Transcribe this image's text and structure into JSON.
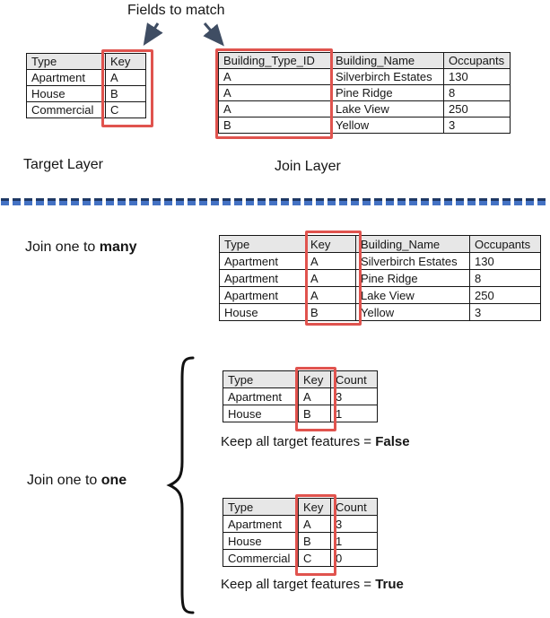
{
  "annotations": {
    "fields_to_match": "Fields to match"
  },
  "target_layer": {
    "caption": "Target Layer",
    "table": {
      "headers": [
        "Type",
        "Key"
      ],
      "rows": [
        [
          "Apartment",
          "A"
        ],
        [
          "House",
          "B"
        ],
        [
          "Commercial",
          "C"
        ]
      ]
    }
  },
  "join_layer": {
    "caption": "Join Layer",
    "table": {
      "headers": [
        "Building_Type_ID",
        "Building_Name",
        "Occupants"
      ],
      "rows": [
        [
          "A",
          "Silverbirch Estates",
          "130"
        ],
        [
          "A",
          "Pine Ridge",
          "8"
        ],
        [
          "A",
          "Lake View",
          "250"
        ],
        [
          "B",
          "Yellow",
          "3"
        ]
      ]
    }
  },
  "join_one_to_many": {
    "label_prefix": "Join one to ",
    "label_bold": "many",
    "table": {
      "headers": [
        "Type",
        "Key",
        "Building_Name",
        "Occupants"
      ],
      "rows": [
        [
          "Apartment",
          "A",
          "Silverbirch Estates",
          "130"
        ],
        [
          "Apartment",
          "A",
          "Pine Ridge",
          "8"
        ],
        [
          "Apartment",
          "A",
          "Lake View",
          "250"
        ],
        [
          "House",
          "B",
          "Yellow",
          "3"
        ]
      ]
    }
  },
  "join_one_to_one": {
    "label_prefix": "Join one to ",
    "label_bold": "one",
    "false_case": {
      "table": {
        "headers": [
          "Type",
          "Key",
          "Count"
        ],
        "rows": [
          [
            "Apartment",
            "A",
            "3"
          ],
          [
            "House",
            "B",
            "1"
          ]
        ]
      },
      "caption_prefix": "Keep all target features = ",
      "caption_bold": "False"
    },
    "true_case": {
      "table": {
        "headers": [
          "Type",
          "Key",
          "Count"
        ],
        "rows": [
          [
            "Apartment",
            "A",
            "3"
          ],
          [
            "House",
            "B",
            "1"
          ],
          [
            "Commercial",
            "C",
            "0"
          ]
        ]
      },
      "caption_prefix": "Keep all target features = ",
      "caption_bold": "True"
    }
  },
  "colors": {
    "highlight_red": "#e0534e",
    "arrow_navy": "#3f4d63",
    "divider_blue": "#4472c4",
    "divider_navy": "#1f3864",
    "table_header_bg": "#e7e7e7"
  }
}
